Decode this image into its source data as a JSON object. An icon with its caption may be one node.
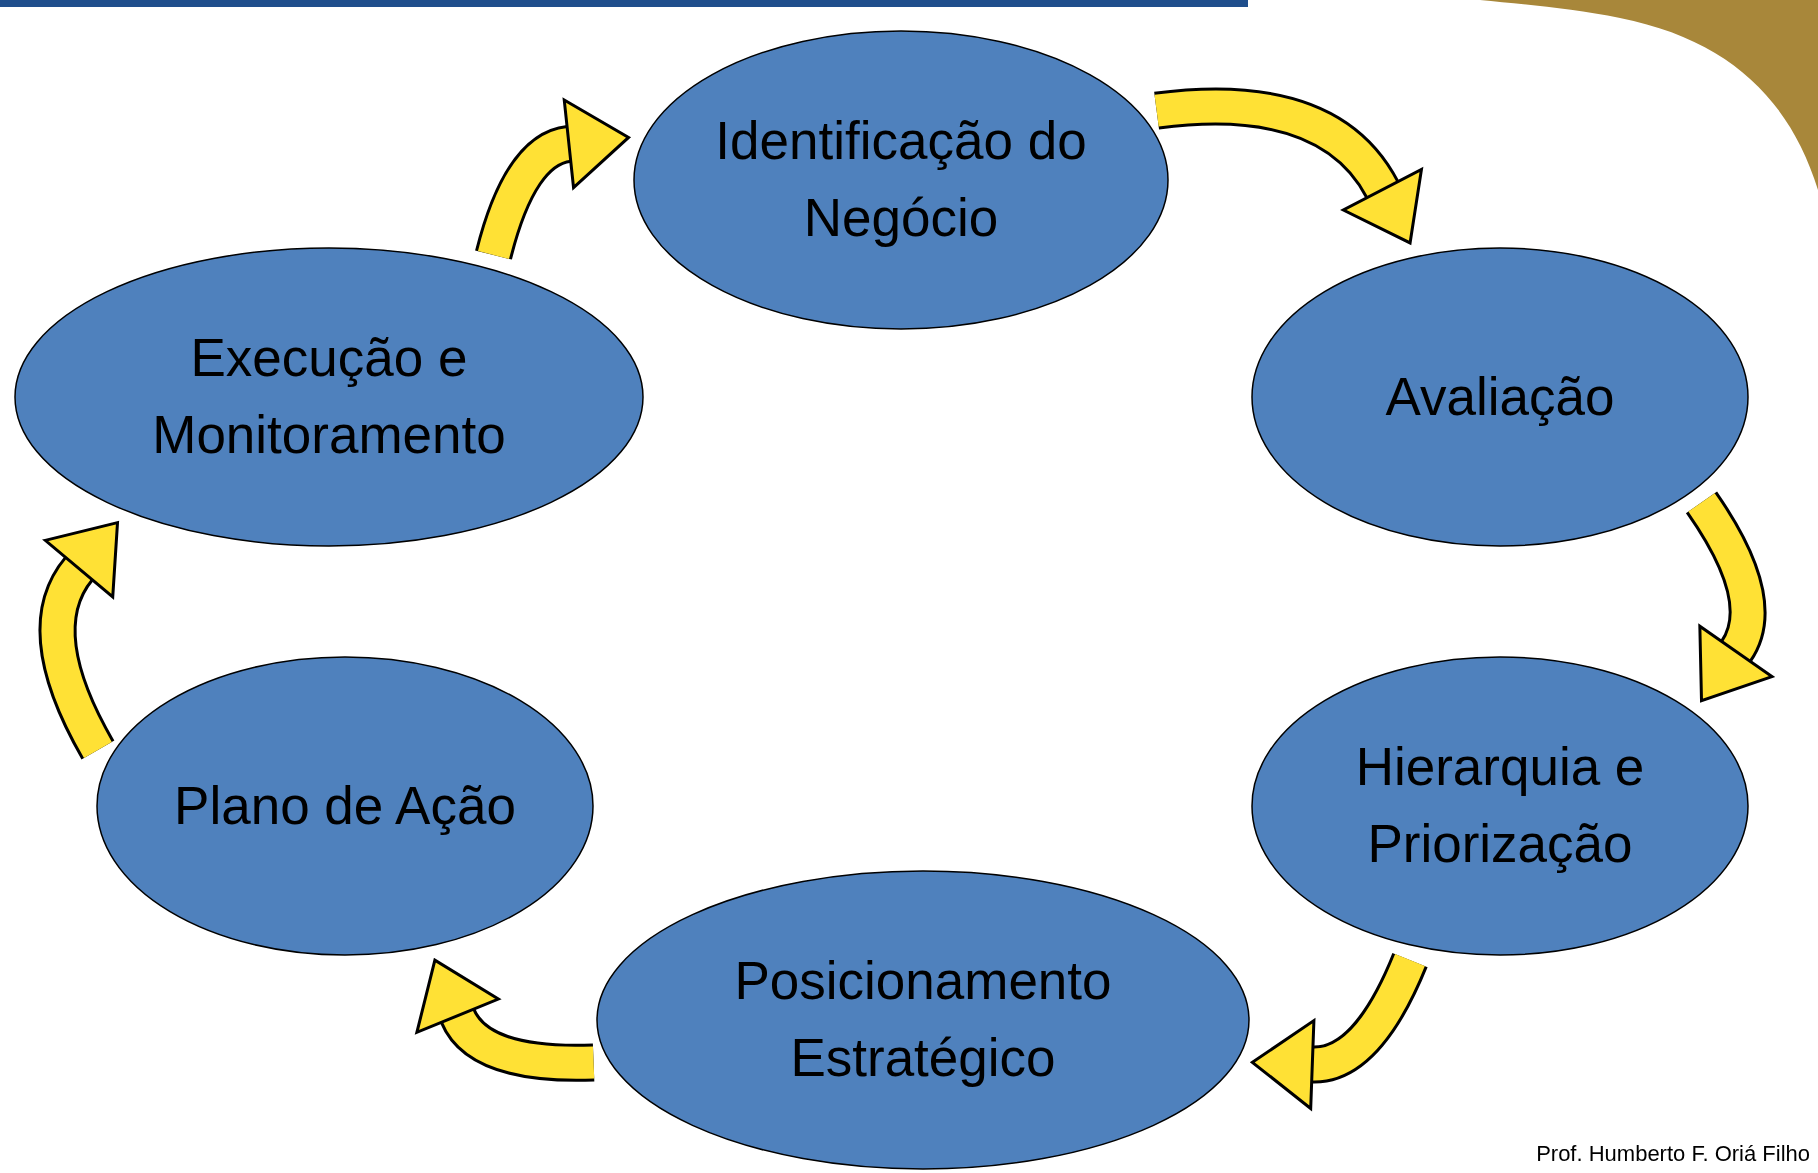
{
  "diagram": {
    "nodes": [
      {
        "text": [
          "Identificação do Negócio"
        ]
      },
      {
        "text": [
          "Avaliação"
        ]
      },
      {
        "text": [
          "Hierarquia e Priorização"
        ]
      },
      {
        "text": [
          "Posicionamento Estratégico"
        ]
      },
      {
        "text": [
          "Plano de Ação"
        ]
      },
      {
        "text": [
          "Execução e Monitoramento"
        ]
      }
    ],
    "edges": [
      {
        "from": 0,
        "to": 1,
        "arrow": "to"
      },
      {
        "from": 1,
        "to": 2,
        "arrow": "to"
      },
      {
        "from": 2,
        "to": 3,
        "arrow": "to"
      },
      {
        "from": 3,
        "to": 4,
        "arrow": "to"
      },
      {
        "from": 4,
        "to": 5,
        "arrow": "to"
      },
      {
        "from": 5,
        "to": 0,
        "arrow": "to"
      }
    ],
    "labels": [
      "Prof. Humberto F. Oriá Filho"
    ]
  }
}
